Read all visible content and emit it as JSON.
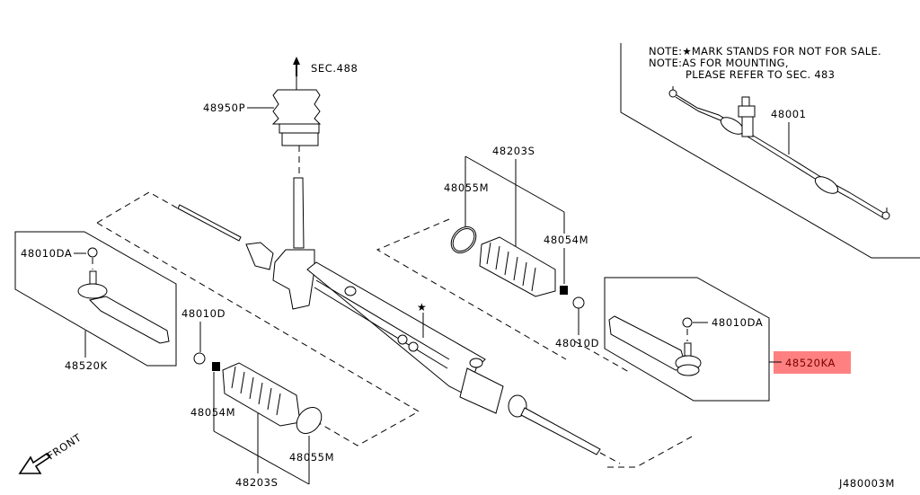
{
  "diagram": {
    "title_code": "J480003M",
    "notes": [
      "NOTE:★MARK STANDS FOR NOT FOR SALE.",
      "NOTE:AS FOR MOUNTING,",
      "PLEASE REFER TO SEC.  483"
    ],
    "direction_label": "FRONT",
    "section_ref": "SEC.488",
    "not_for_sale_mark": "★",
    "highlight_color": "#ff8080",
    "parts": {
      "insulator": "48950P",
      "gear_assembly": "48001",
      "boot_kit_right": "48203S",
      "boot_kit_left": "48203S",
      "clamp_right": "48055M",
      "clamp_left": "48055M",
      "clip_right": "48054M",
      "clip_left": "48054M",
      "nut_right": "48010D",
      "nut_left": "48010D",
      "tie_rod_end_nut_left": "48010DA",
      "tie_rod_end_nut_right": "48010DA",
      "tie_rod_end_left": "48520K",
      "tie_rod_end_right": "48520KA"
    },
    "highlighted_part": "48520KA"
  }
}
